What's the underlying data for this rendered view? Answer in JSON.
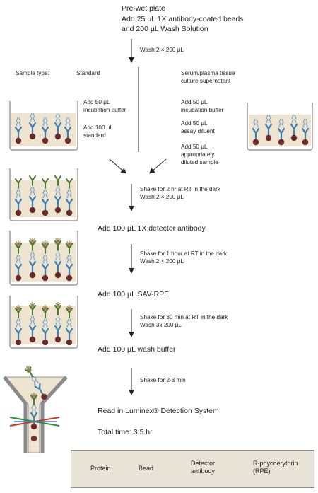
{
  "header": {
    "prewet": "Pre-wet plate",
    "add_beads_1": "Add 25 μL 1X antibody-coated beads",
    "add_beads_2": "and 200 μL Wash Solution",
    "wash_1": "Wash 2 × 200 μL"
  },
  "sample_type": {
    "label": "Sample type:",
    "standard": "Standard",
    "serum_1": "Serum/plasma tissue",
    "serum_2": "culture supernatant"
  },
  "left_steps": {
    "add50_1": "Add 50 μL",
    "add50_2": "incubation buffer",
    "add100_1": "Add 100 μL",
    "add100_2": "standard"
  },
  "right_steps": {
    "a1": "Add 50 μL",
    "a2": "incubation buffer",
    "b1": "Add 50 μL",
    "b2": "assay diluent",
    "c1": "Add 50 μL",
    "c2": "appropriately",
    "c3": "diluted sample"
  },
  "steps": {
    "shake1_1": "Shake for 2 hr at RT in the dark",
    "shake1_2": "Wash 2 × 200 μL",
    "detector": "Add 100 μL 1X detector antibody",
    "shake2_1": "Shake for 1 hour at RT in the dark",
    "shake2_2": "Wash 2 × 200 μL",
    "savrpe": "Add 100 μL SAV-RPE",
    "shake3_1": "Shake for 30 min at RT in the dark",
    "shake3_2": "Wash 3x 200 μL",
    "washbuf": "Add 100 μL wash buffer",
    "shake4": "Shake for 2-3 min",
    "read": "Read in Luminex® Detection System",
    "total": "Total time: 3.5 hr"
  },
  "legend": {
    "protein": "Protein",
    "bead": "Bead",
    "detector_1": "Detector",
    "detector_2": "antibody",
    "rpe_1": "R-phycoerythrin",
    "rpe_2": "(RPE)"
  },
  "colors": {
    "liquid": "#efe4cf",
    "bead": "#6e2a2a",
    "capture_antibody": "#3a7fb8",
    "protein": "#7fa9cf",
    "detector_antibody": "#4a7a2e",
    "rpe": "#9b7d4e",
    "legend_bg": "#e8e3d6",
    "vessel": "#9a9a9a"
  }
}
